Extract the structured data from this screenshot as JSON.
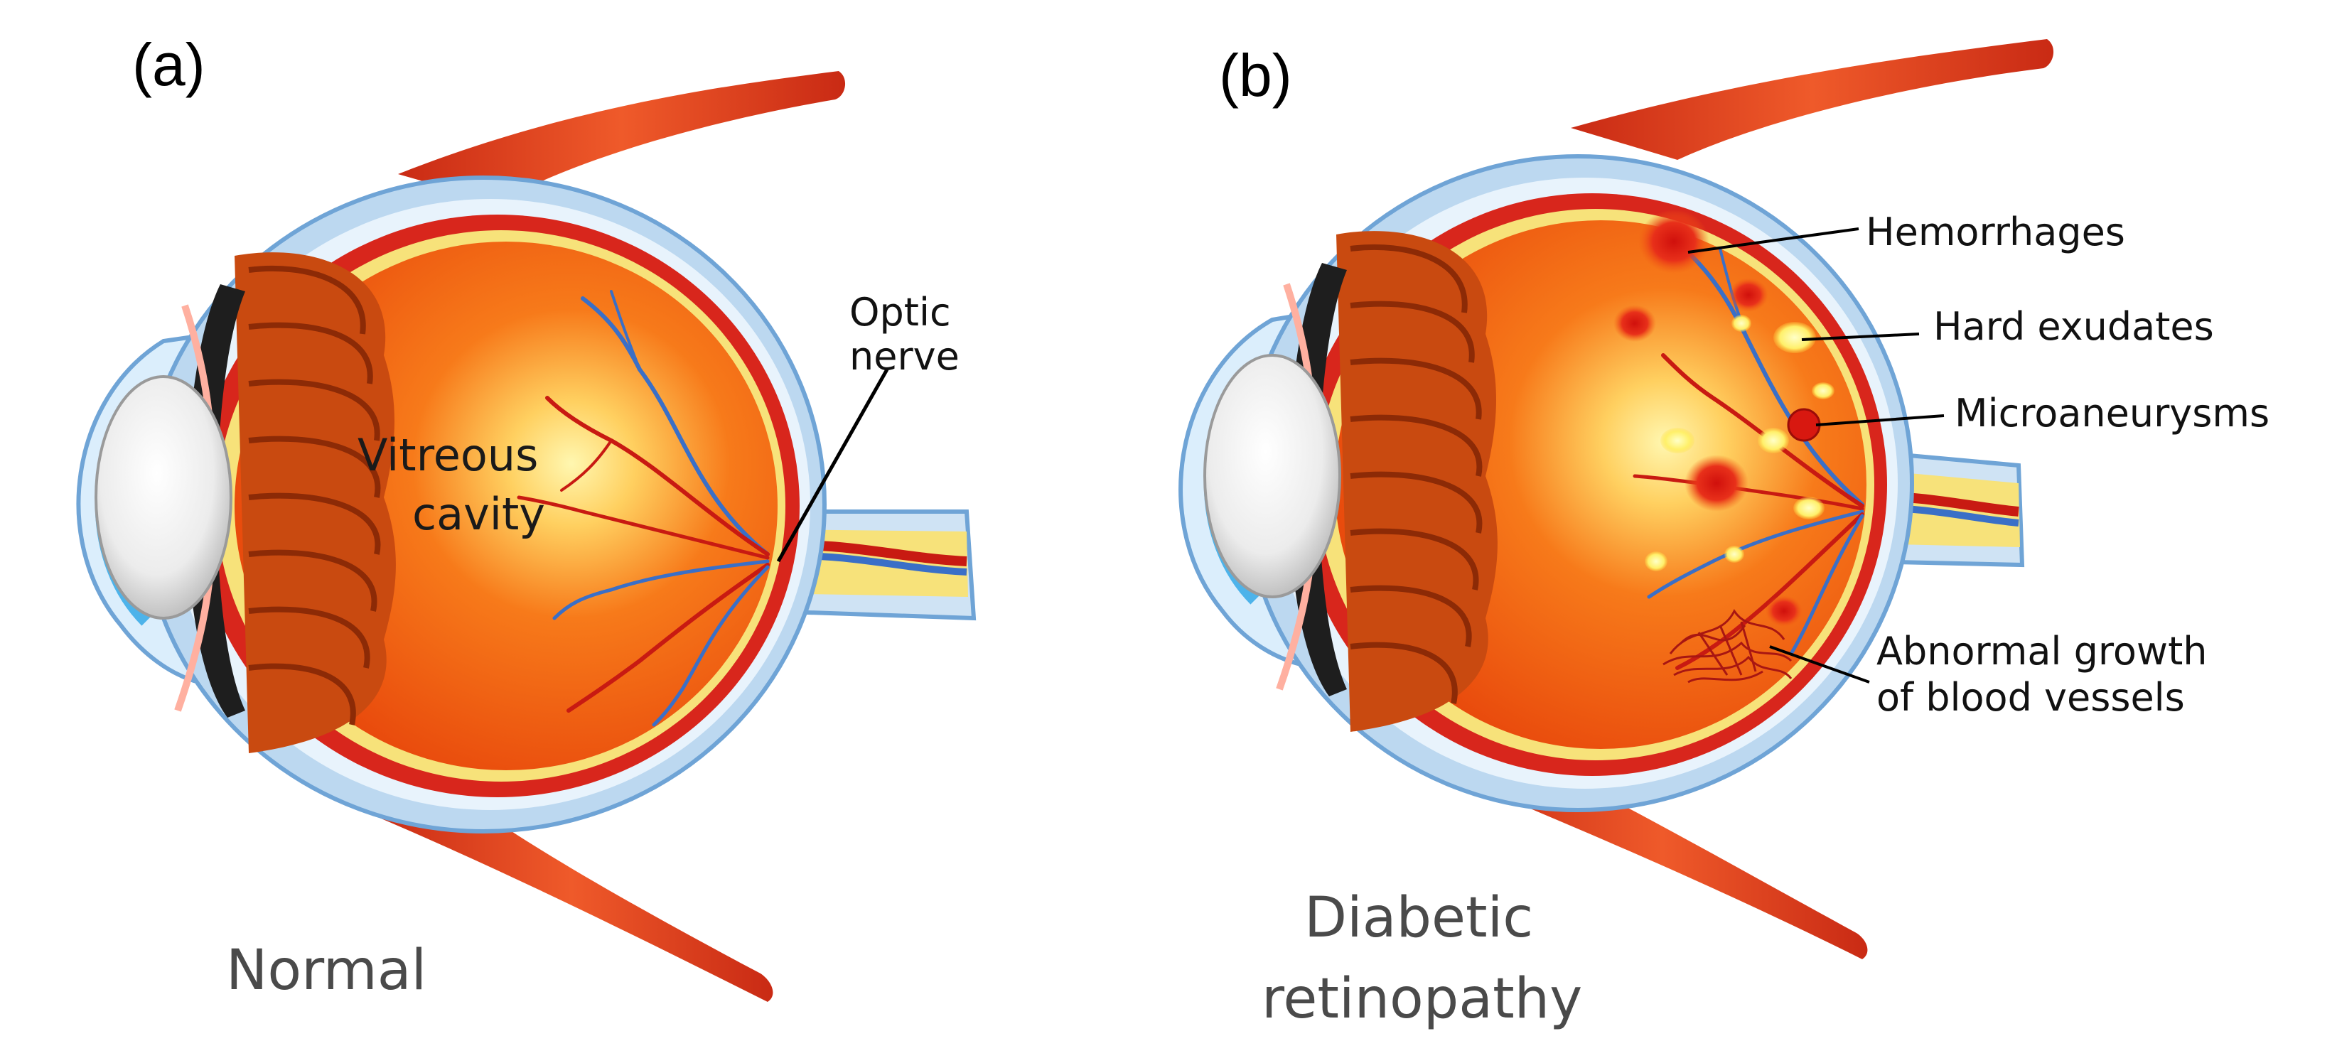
{
  "panels": [
    {
      "letter": "(a)",
      "caption": "Normal",
      "labels": {
        "vitreous_line1": "Vitreous",
        "vitreous_line2": "cavity",
        "optic_line1": "Optic",
        "optic_line2": "nerve"
      }
    },
    {
      "letter": "(b)",
      "caption_line1": "Diabetic",
      "caption_line2": "retinopathy",
      "labels": {
        "hemorrhages": "Hemorrhages",
        "hard_exudates": "Hard exudates",
        "microaneurysms": "Microaneurysms",
        "abnormal_line1": "Abnormal growth",
        "abnormal_line2": "of blood vessels"
      }
    }
  ],
  "colors": {
    "sclera_blue": "#bcd8f0",
    "sclera_outline": "#6fa4d6",
    "choroid_red": "#d8261c",
    "retina_yellow": "#f7e27a",
    "vitreous_orange": "#f25b12",
    "vitreous_glow": "#fff3a0",
    "ciliary_orange": "#e0560f",
    "lens_white": "#f4f4f4",
    "muscle_red": "#e0401e",
    "vein_blue": "#3a6fc7",
    "artery_red": "#c81a12",
    "hemorrhage_red": "#e01414",
    "exudate_yellow": "#fff36a",
    "cornea_blue": "#4db3ea"
  }
}
